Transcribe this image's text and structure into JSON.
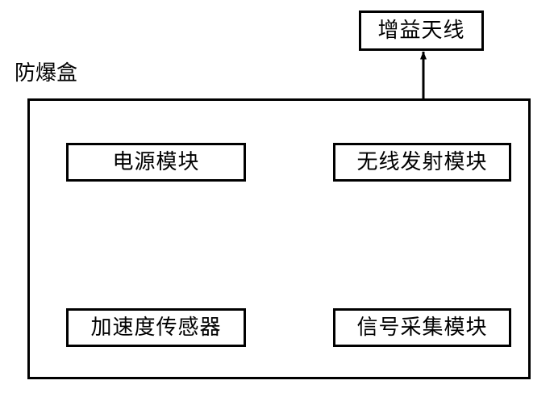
{
  "diagram": {
    "title_label": "防爆盒",
    "nodes": {
      "antenna": {
        "label": "增益天线"
      },
      "power": {
        "label": "电源模块"
      },
      "wireless": {
        "label": "无线发射模块"
      },
      "accelerometer": {
        "label": "加速度传感器"
      },
      "signal": {
        "label": "信号采集模块"
      }
    },
    "colors": {
      "stroke": "#000000",
      "background": "#ffffff",
      "text": "#000000"
    },
    "edges": [
      {
        "id": "power-to-wireless",
        "from": "power",
        "to": "wireless",
        "style": "dashed",
        "direction": "right"
      },
      {
        "id": "power-to-accelerometer",
        "from": "power",
        "to": "accelerometer",
        "style": "dashed",
        "direction": "down"
      },
      {
        "id": "power-to-signal",
        "from": "power",
        "to": "signal",
        "style": "dashed",
        "direction": "diagonal-down-right"
      },
      {
        "id": "accelerometer-to-signal",
        "from": "accelerometer",
        "to": "signal",
        "style": "solid",
        "direction": "right"
      },
      {
        "id": "signal-to-wireless",
        "from": "signal",
        "to": "wireless",
        "style": "solid",
        "direction": "up"
      },
      {
        "id": "wireless-to-antenna",
        "from": "wireless",
        "to": "antenna",
        "style": "solid",
        "direction": "up"
      }
    ]
  }
}
